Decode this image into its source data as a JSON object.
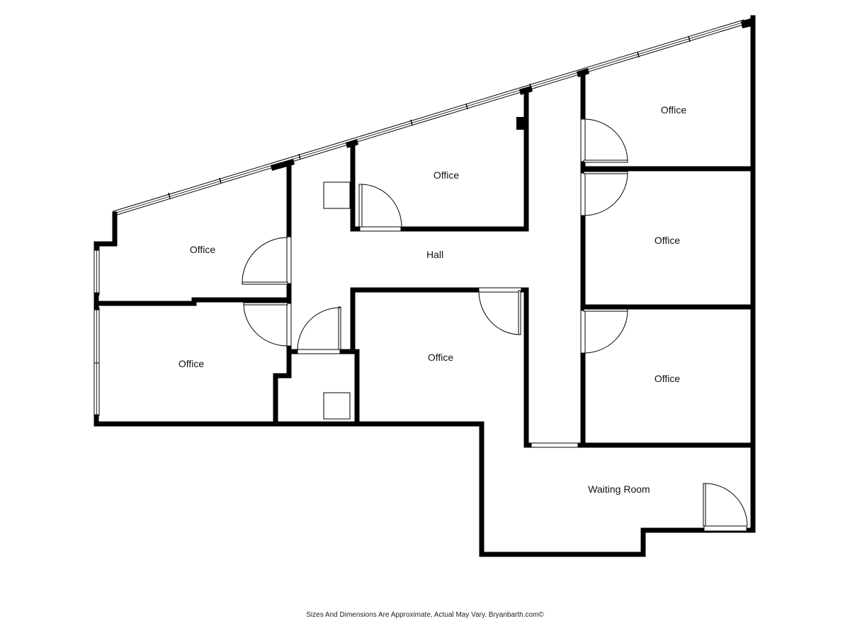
{
  "rooms": [
    {
      "id": "office-top-center",
      "label": "Office"
    },
    {
      "id": "office-top-right",
      "label": "Office"
    },
    {
      "id": "office-left-upper",
      "label": "Office"
    },
    {
      "id": "office-right-middle",
      "label": "Office"
    },
    {
      "id": "hall",
      "label": "Hall"
    },
    {
      "id": "office-left-lower",
      "label": "Office"
    },
    {
      "id": "office-center-lower",
      "label": "Office"
    },
    {
      "id": "office-right-lower",
      "label": "Office"
    },
    {
      "id": "waiting-room",
      "label": "Waiting Room"
    }
  ],
  "footer": {
    "disclaimer": "Sizes And Dimensions Are Approximate, Actual May Vary. Bryanbarth.com©"
  }
}
